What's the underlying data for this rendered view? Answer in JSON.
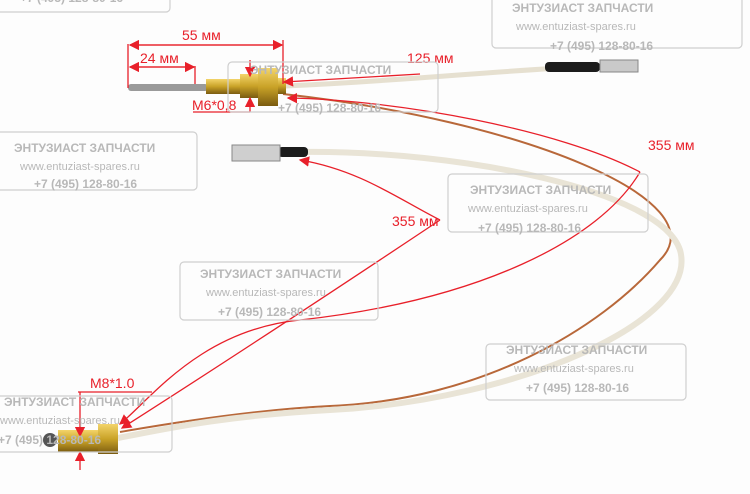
{
  "watermark": {
    "title": "ЭНТУЗИАСТ ЗАПЧАСТИ",
    "url": "www.entuziast-spares.ru",
    "phone": "+7 (495) 128-80-16"
  },
  "dimensions": {
    "overall_probe": "55 мм",
    "probe_tip": "24 мм",
    "thread_top": "M6*0,8",
    "lead_top": "125 мм",
    "cable_right": "355 мм",
    "cable_middle": "355 мм",
    "thread_bottom": "M8*1.0"
  },
  "colors": {
    "annotation": "#e8202a",
    "brass": "#c9a227",
    "cable": "#e9e4d6",
    "copper": "#b8683a"
  }
}
